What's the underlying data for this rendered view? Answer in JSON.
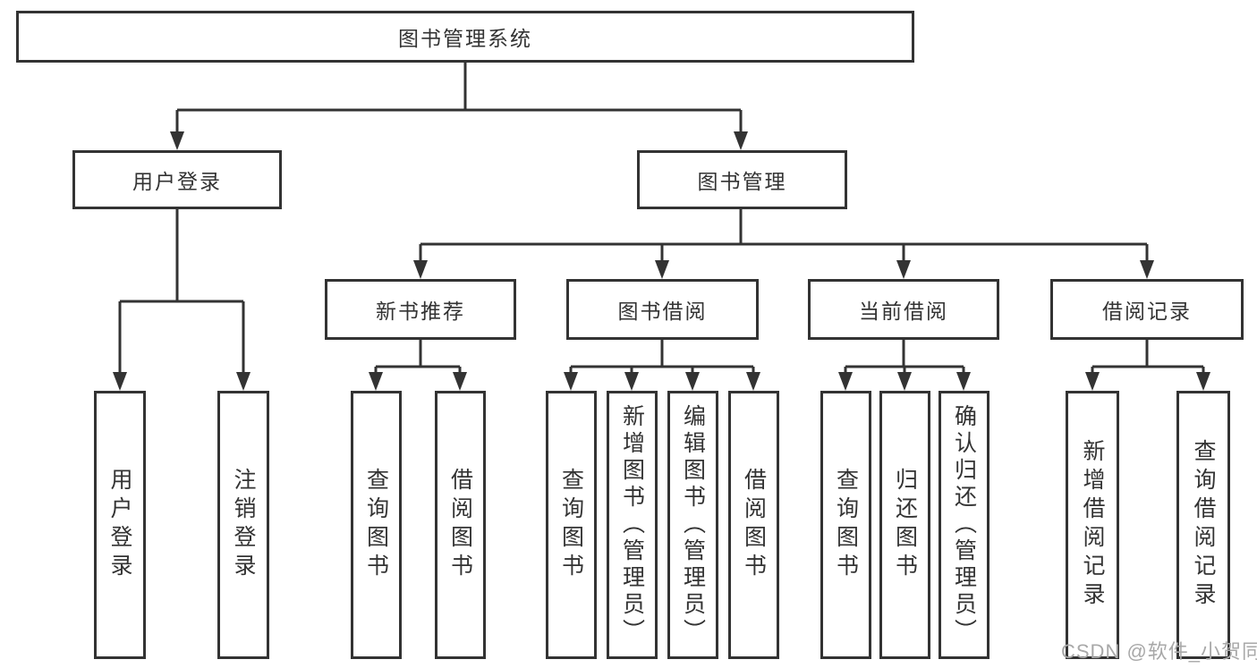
{
  "root": {
    "label": "图书管理系统"
  },
  "branches": [
    {
      "label": "用户登录",
      "leaves": [
        "用户登录",
        "注销登录"
      ]
    },
    {
      "label": "图书管理",
      "children": [
        {
          "label": "新书推荐",
          "leaves": [
            "查询图书",
            "借阅图书"
          ]
        },
        {
          "label": "图书借阅",
          "leaves": [
            "查询图书",
            "新增图书（管理员）",
            "编辑图书（管理员）",
            "借阅图书"
          ]
        },
        {
          "label": "当前借阅",
          "leaves": [
            "查询图书",
            "归还图书",
            "确认归还（管理员）"
          ]
        },
        {
          "label": "借阅记录",
          "leaves": [
            "新增借阅记录",
            "查询借阅记录"
          ]
        }
      ]
    }
  ],
  "watermark": "CSDN @软件_小贺同学",
  "colors": {
    "line": "#333333",
    "text": "#333333",
    "box_background": "#ffffff",
    "watermark": "#a8a8a8",
    "background": "#ffffff"
  }
}
